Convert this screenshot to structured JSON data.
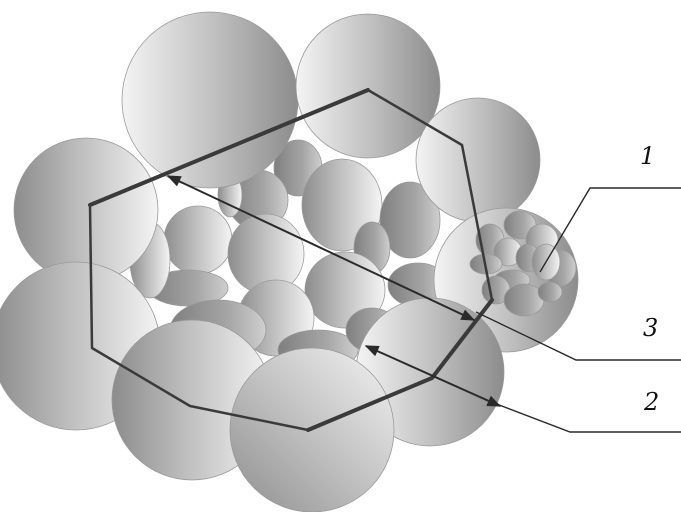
{
  "labels": {
    "one": "1",
    "two": "2",
    "three": "3"
  },
  "colors": {
    "outline": "#3a3a3a",
    "sphere_edge": "#9a9a9a",
    "sphere_light": "#f2f2f2",
    "sphere_dark": "#8a8a8a",
    "leader": "#2a2a2a"
  }
}
